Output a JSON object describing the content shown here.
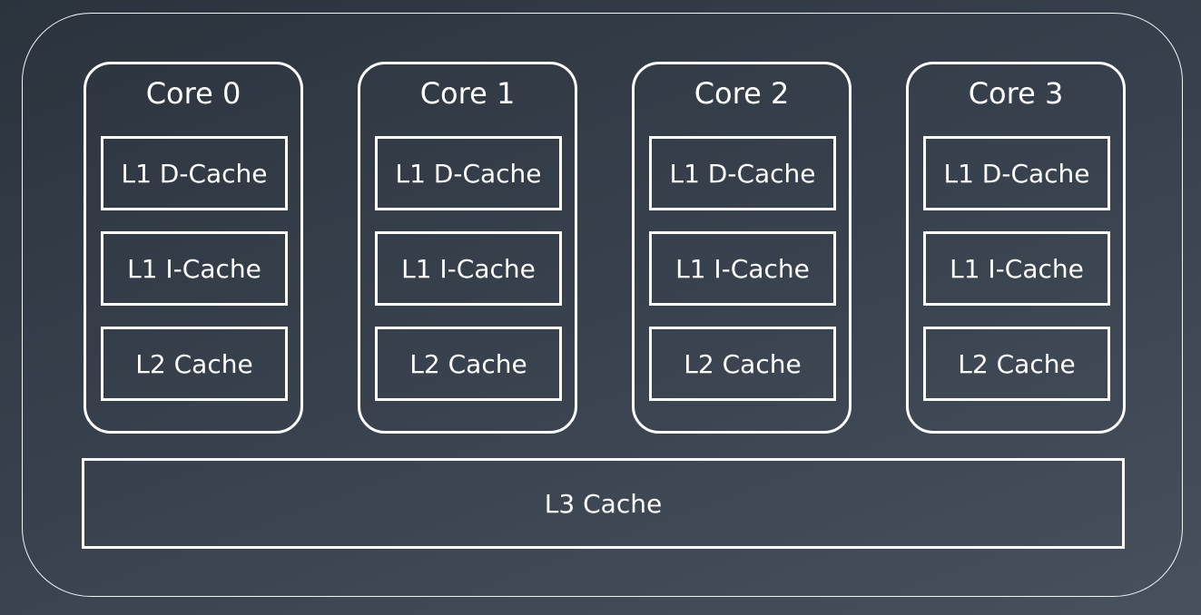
{
  "cores": [
    {
      "title": "Core 0",
      "l1d": "L1 D-Cache",
      "l1i": "L1 I-Cache",
      "l2": "L2 Cache"
    },
    {
      "title": "Core 1",
      "l1d": "L1 D-Cache",
      "l1i": "L1 I-Cache",
      "l2": "L2 Cache"
    },
    {
      "title": "Core 2",
      "l1d": "L1 D-Cache",
      "l1i": "L1 I-Cache",
      "l2": "L2 Cache"
    },
    {
      "title": "Core 3",
      "l1d": "L1 D-Cache",
      "l1i": "L1 I-Cache",
      "l2": "L2 Cache"
    }
  ],
  "l3": {
    "label": "L3 Cache"
  },
  "colors": {
    "background_top": "#2b333d",
    "background_bottom": "#47515d",
    "stroke": "#ffffff"
  }
}
